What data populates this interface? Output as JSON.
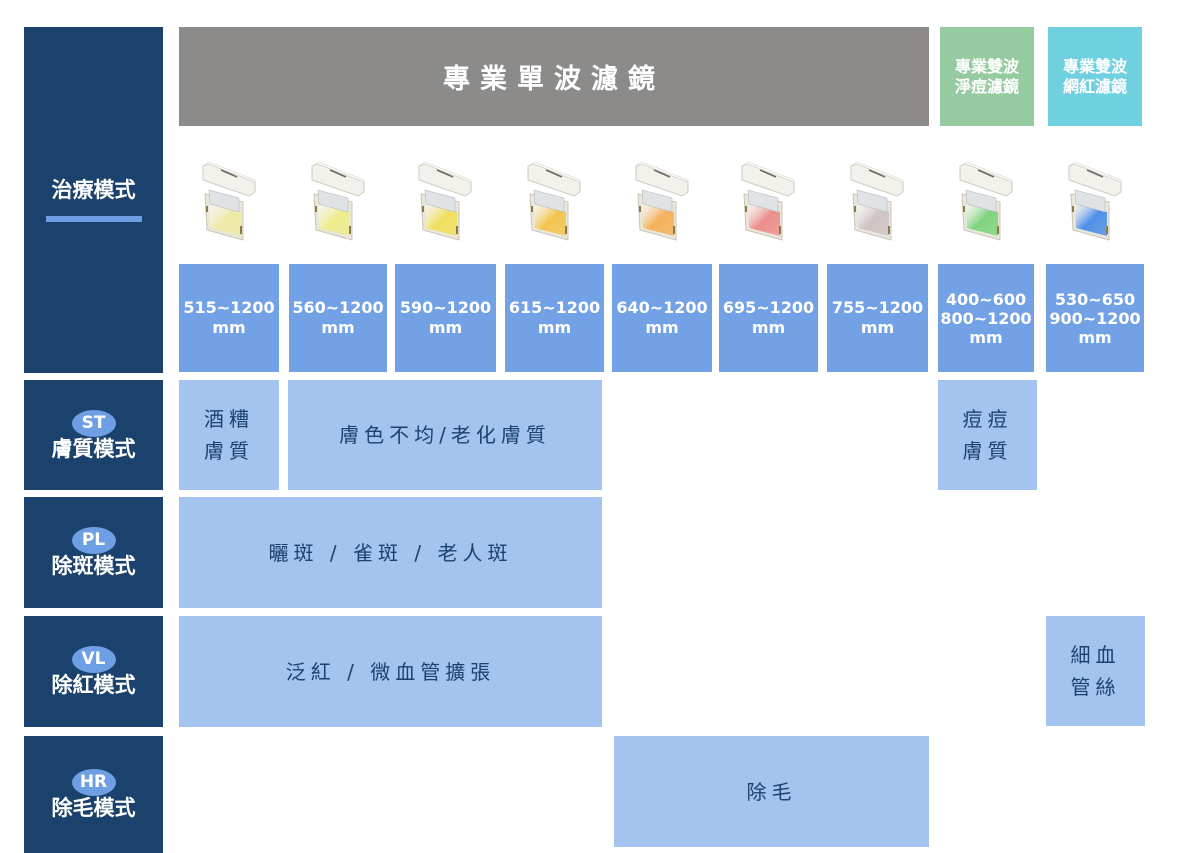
{
  "treatment_label": "治療模式",
  "headers": {
    "single": "專業單波濾鏡",
    "dual_acne": "專業雙波\n淨痘濾鏡",
    "dual_vascular": "專業雙波\n網紅濾鏡"
  },
  "filters": [
    {
      "name": "515nm filter",
      "glass_color": "#eeeaa6",
      "wavelength": "515~1200\nmm"
    },
    {
      "name": "560nm filter",
      "glass_color": "#eeec8c",
      "wavelength": "560~1200\nmm"
    },
    {
      "name": "590nm filter",
      "glass_color": "#f0df5c",
      "wavelength": "590~1200\nmm"
    },
    {
      "name": "615nm filter",
      "glass_color": "#f3c54e",
      "wavelength": "615~1200\nmm"
    },
    {
      "name": "640nm filter",
      "glass_color": "#f6b15a",
      "wavelength": "640~1200\nmm"
    },
    {
      "name": "695nm filter",
      "glass_color": "#ec8e8c",
      "wavelength": "695~1200\nmm"
    },
    {
      "name": "755nm filter",
      "glass_color": "#cfc3c6",
      "wavelength": "755~1200\nmm"
    },
    {
      "name": "acne dual filter",
      "glass_color": "#7fd47f",
      "wavelength": "400~600\n800~1200\nmm"
    },
    {
      "name": "vascular dual filter",
      "glass_color": "#4f8fe8",
      "wavelength": "530~650\n900~1200\nmm"
    }
  ],
  "modes": [
    {
      "code": "ST",
      "label": "膚質模式"
    },
    {
      "code": "PL",
      "label": "除斑模式"
    },
    {
      "code": "VL",
      "label": "除紅模式"
    },
    {
      "code": "HR",
      "label": "除毛模式"
    }
  ],
  "indications": {
    "st_rosacea": "酒糟\n膚質",
    "st_uneven": "膚色不均/老化膚質",
    "st_acne": "痘痘\n膚質",
    "pl_spots": "曬斑 / 雀斑 / 老人斑",
    "vl_redness": "泛紅 / 微血管擴張",
    "vl_capillary": "細血\n管絲",
    "hr_hair": "除毛"
  },
  "colors": {
    "navy": "#1b426d",
    "accent_blue": "#6e9fe4",
    "wavelength_blue": "#72a1e5",
    "indication_blue": "#a4c3ef",
    "gray": "#8c8b89",
    "green": "#96cba1",
    "cyan": "#6fd0df"
  }
}
